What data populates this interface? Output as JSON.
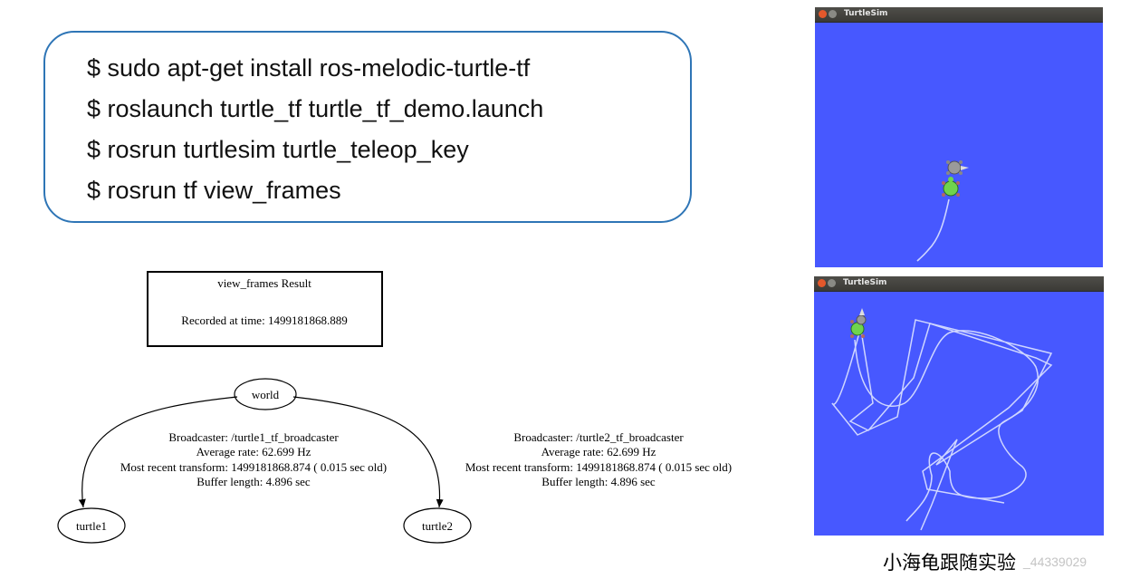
{
  "commands": [
    "$ sudo apt-get install ros-melodic-turtle-tf",
    "$ roslaunch turtle_tf turtle_tf_demo.launch",
    "$ rosrun turtlesim turtle_teleop_key",
    "$ rosrun tf view_frames"
  ],
  "view_frames": {
    "title": "view_frames Result",
    "recorded": "Recorded at time: 1499181868.889",
    "nodes": {
      "world": "world",
      "turtle1": "turtle1",
      "turtle2": "turtle2"
    },
    "edge_turtle1": [
      "Broadcaster: /turtle1_tf_broadcaster",
      "Average rate: 62.699 Hz",
      "Most recent transform: 1499181868.874 ( 0.015 sec old)",
      "Buffer length: 4.896 sec"
    ],
    "edge_turtle2": [
      "Broadcaster: /turtle2_tf_broadcaster",
      "Average rate: 62.699 Hz",
      "Most recent transform: 1499181868.874 ( 0.015 sec old)",
      "Buffer length: 4.896 sec"
    ]
  },
  "windows": [
    {
      "title": "TurtleSim"
    },
    {
      "title": "TurtleSim"
    }
  ],
  "caption": "小海龟跟随实验",
  "watermark": "_44339029",
  "colors": {
    "box_border": "#2e75b6",
    "sim_background": "#4758ff",
    "trail": "#cfd6ff"
  }
}
